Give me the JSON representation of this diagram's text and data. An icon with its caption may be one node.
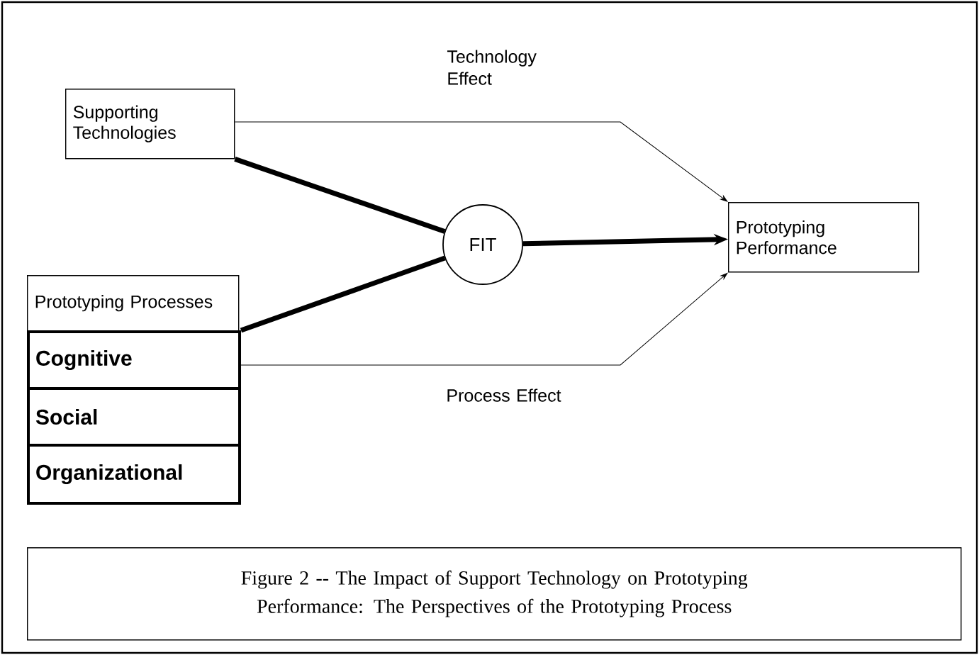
{
  "diagram": {
    "caption": "Figure 2 -- The Impact of Support Technology on Prototyping Performance: The Perspectives of the Prototyping Process",
    "nodes": [
      {
        "text": [
          "Supporting Technologies"
        ]
      },
      {
        "text": [
          "FIT"
        ]
      },
      {
        "text": [
          "Prototyping Performance"
        ]
      },
      {
        "text": [
          "Prototyping Processes"
        ]
      },
      {
        "text": [
          "Cognitive"
        ]
      },
      {
        "text": [
          "Social"
        ]
      },
      {
        "text": [
          "Organizational"
        ]
      }
    ],
    "edges": [
      {
        "from": 0,
        "to": 1,
        "arrow": "none"
      },
      {
        "from": 4,
        "to": 1,
        "arrow": "none"
      },
      {
        "from": 1,
        "to": 2,
        "arrow": "to"
      },
      {
        "from": 0,
        "to": 2,
        "arrow": "to",
        "label": "Technology Effect"
      },
      {
        "from": 4,
        "to": 2,
        "arrow": "to",
        "label": "Process Effect"
      }
    ]
  }
}
